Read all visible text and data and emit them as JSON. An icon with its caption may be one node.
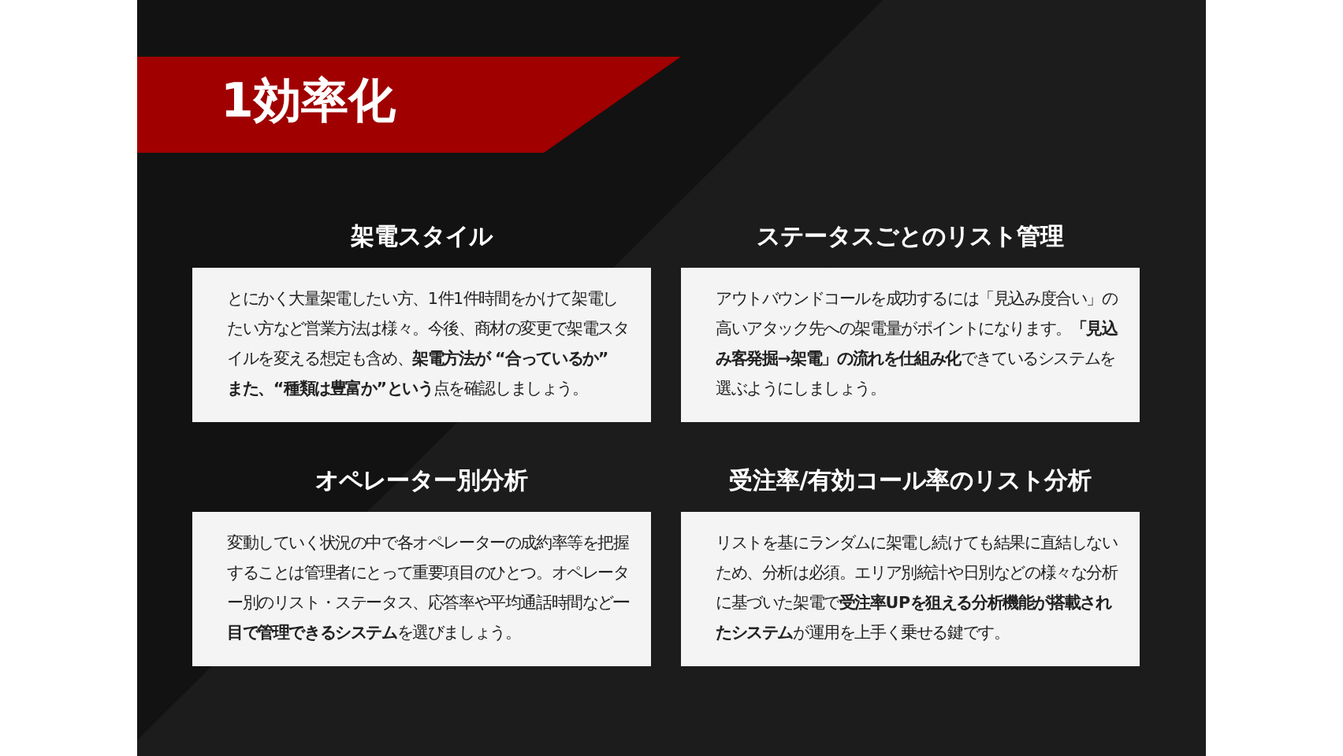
{
  "diagram": {
    "title": "1効率化",
    "nodes": [
      {
        "text": [
          "架電スタイル",
          "とにかく大量架電したい方、1件1件時間をかけて架電したい方など営業方法は様々。今後、商材の変更で架電スタイルを変える想定も含め、**架電方法が “合っているか” また、“種類は豊富か”という**点を確認しましょう。"
        ]
      },
      {
        "text": [
          "ステータスごとのリスト管理",
          "アウトバウンドコールを成功するには「見込み度合い」の高いアタック先への架電量がポイントになります。**「見込み客発掘→架電」の流れを仕組み化**できているシステムを選ぶようにしましょう。"
        ]
      },
      {
        "text": [
          "オペレーター別分析",
          "変動していく状況の中で各オペレーターの成約率等を把握することは管理者にとって重要項目のひとつ。オペレーター別のリスト・ステータス、応答率や平均通話時間など**一目で管理できるシステム**を選びましょう。"
        ]
      },
      {
        "text": [
          "受注率/有効コール率のリスト分析",
          "リストを基にランダムに架電し続けても結果に直結しないため、分析は必須。エリア別統計や日別などの様々な分析に基づいた架電で**受注率UPを狙える分析機能が搭載されたシステム**が運用を上手く乗せる鍵です。"
        ]
      }
    ]
  }
}
